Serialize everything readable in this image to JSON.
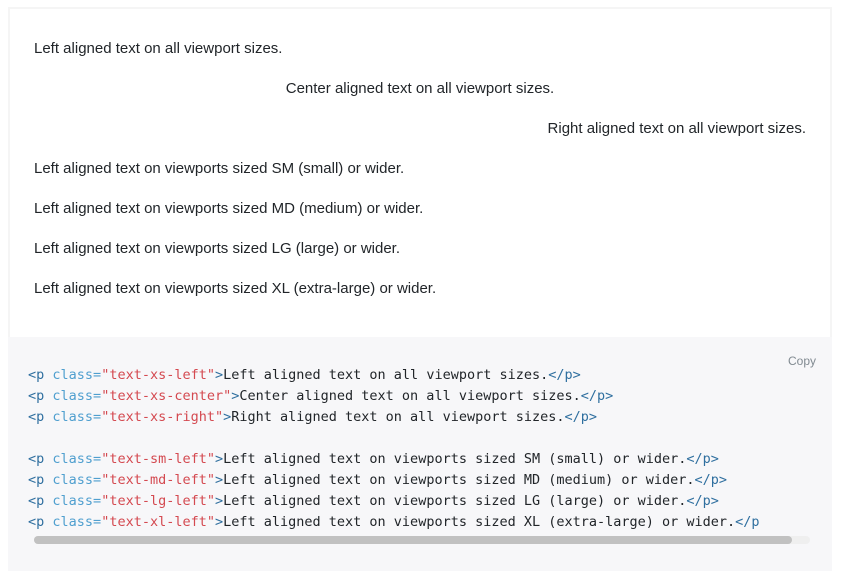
{
  "example": {
    "lines": [
      "Left aligned text on all viewport sizes.",
      "Center aligned text on all viewport sizes.",
      "Right aligned text on all viewport sizes.",
      "Left aligned text on viewports sized SM (small) or wider.",
      "Left aligned text on viewports sized MD (medium) or wider.",
      "Left aligned text on viewports sized LG (large) or wider.",
      "Left aligned text on viewports sized XL (extra-large) or wider."
    ]
  },
  "code": {
    "copy_label": "Copy",
    "open_tag": "<p",
    "attr_name": "class=",
    "close_bracket": ">",
    "end_tag": "</p>",
    "end_tag_cut": "</p",
    "lines": [
      {
        "cls": "\"text-xs-left\"",
        "text": "Left aligned text on all viewport sizes."
      },
      {
        "cls": "\"text-xs-center\"",
        "text": "Center aligned text on all viewport sizes."
      },
      {
        "cls": "\"text-xs-right\"",
        "text": "Right aligned text on all viewport sizes."
      },
      {
        "cls": "\"text-sm-left\"",
        "text": "Left aligned text on viewports sized SM (small) or wider."
      },
      {
        "cls": "\"text-md-left\"",
        "text": "Left aligned text on viewports sized MD (medium) or wider."
      },
      {
        "cls": "\"text-lg-left\"",
        "text": "Left aligned text on viewports sized LG (large) or wider."
      },
      {
        "cls": "\"text-xl-left\"",
        "text": "Left aligned text on viewports sized XL (extra-large) or wider."
      }
    ]
  },
  "colors": {
    "tag": "#2f6f9f",
    "attribute": "#4f9fcf",
    "string": "#d44950",
    "code_background": "#f7f7f9"
  }
}
